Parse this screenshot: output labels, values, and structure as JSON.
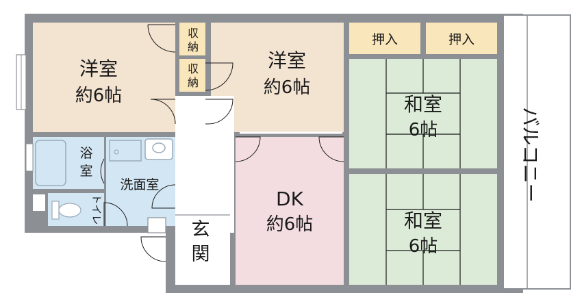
{
  "rooms": {
    "western_room_1": {
      "name": "洋室",
      "size": "約6帖"
    },
    "western_room_2": {
      "name": "洋室",
      "size": "約6帖"
    },
    "japanese_room_1": {
      "name": "和室",
      "size": "6帖"
    },
    "japanese_room_2": {
      "name": "和室",
      "size": "6帖"
    },
    "dk": {
      "name": "DK",
      "size": "約6帖"
    },
    "bathroom": {
      "line1": "浴",
      "line2": "室"
    },
    "washroom": {
      "name": "洗面室"
    },
    "toilet": {
      "name": "トイレ"
    },
    "entrance": {
      "line1": "玄",
      "line2": "関"
    },
    "closet_1": {
      "line1": "収",
      "line2": "納"
    },
    "closet_2": {
      "line1": "収",
      "line2": "納"
    },
    "oshiire_1": {
      "name": "押入"
    },
    "oshiire_2": {
      "name": "押入"
    },
    "balcony": {
      "name": "バルコニー"
    }
  },
  "colors": {
    "wall": "#8c8f94",
    "western": "#f3e3d1",
    "dk": "#f3dde0",
    "tatami": "#dcebd8",
    "wet": "#d3e6f4",
    "closet": "#f9e6bb",
    "floor": "#ffffff"
  }
}
